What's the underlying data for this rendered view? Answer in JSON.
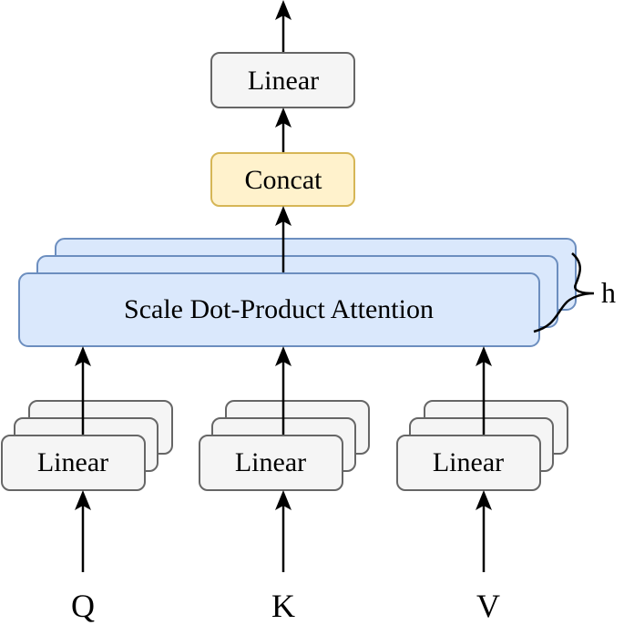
{
  "diagram": {
    "top_linear": {
      "label": "Linear"
    },
    "concat": {
      "label": "Concat"
    },
    "attention": {
      "label": "Scale Dot-Product Attention"
    },
    "heads_label": "h",
    "branches": [
      {
        "linear_label": "Linear",
        "input_label": "Q"
      },
      {
        "linear_label": "Linear",
        "input_label": "K"
      },
      {
        "linear_label": "Linear",
        "input_label": "V"
      }
    ]
  },
  "colors": {
    "gray_fill": "#f5f5f5",
    "gray_stroke": "#666666",
    "concat_fill": "#fff2cc",
    "concat_stroke": "#d6b656",
    "attention_fill": "#dae8fc",
    "attention_stroke": "#6c8ebf",
    "arrow": "#000000"
  }
}
